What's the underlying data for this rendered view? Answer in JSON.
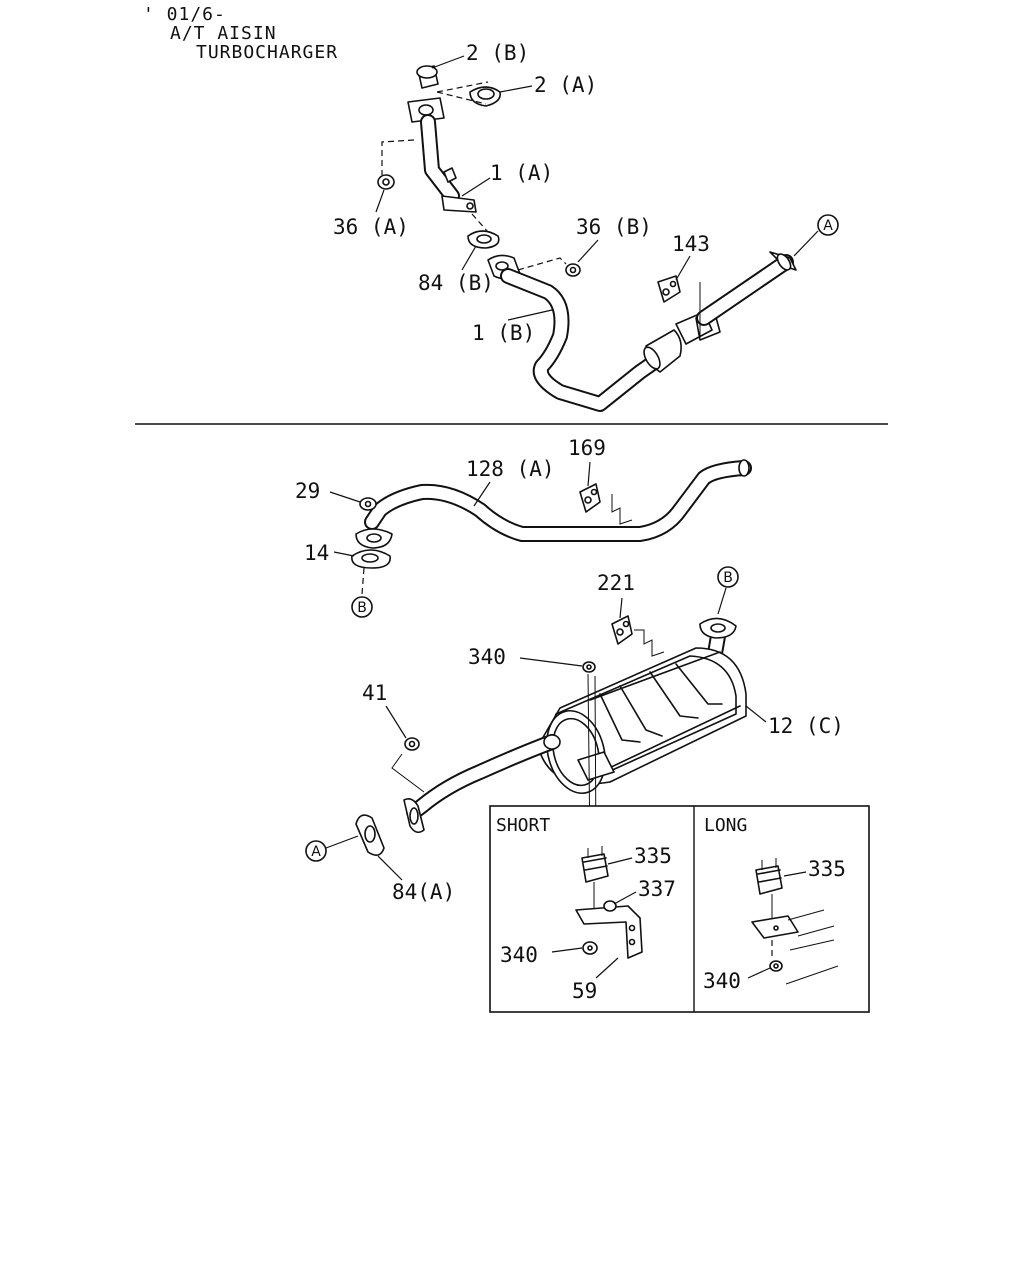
{
  "header": {
    "line1": "' 01/6-",
    "line2": "A/T AISIN",
    "line3": "TURBOCHARGER"
  },
  "labels": {
    "p2b": "2 (B)",
    "p2a": "2 (A)",
    "p1a": "1 (A)",
    "p36a": "36 (A)",
    "p36b": "36 (B)",
    "p84b": "84 (B)",
    "p143": "143",
    "p1b": "1 (B)",
    "p29": "29",
    "p128a": "128 (A)",
    "p169": "169",
    "p14": "14",
    "p221": "221",
    "p340a": "340",
    "p12c": "12 (C)",
    "p41": "41",
    "p84a": "84(A)",
    "p335s": "335",
    "p337": "337",
    "p340b": "340",
    "p59": "59",
    "p335l": "335",
    "p340c": "340"
  },
  "refs": {
    "a_top": "A",
    "b_left": "B",
    "b_right": "B",
    "a_bottom": "A"
  },
  "inset": {
    "short": "SHORT",
    "long": "LONG"
  }
}
